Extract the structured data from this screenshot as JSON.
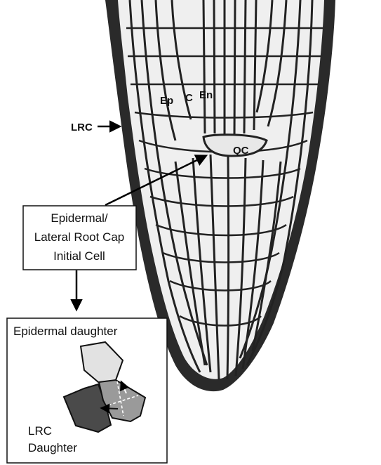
{
  "labels": {
    "ep": "Ep",
    "c": "C",
    "en": "En",
    "lrc": "LRC",
    "qc": "QC"
  },
  "initial_cell_box": {
    "line1": "Epidermal/",
    "line2": "Lateral Root Cap",
    "line3": "Initial Cell"
  },
  "inset": {
    "title": "Epidermal daughter",
    "lrc_line1": "LRC",
    "lrc_line2": "Daughter"
  },
  "colors": {
    "cell_wall": "#1e1e1e",
    "cell_interior": "#f4f4f4",
    "light_gray_cell": "#e2e2e2",
    "mid_gray_cell": "#9a9a9a",
    "dark_gray_cell": "#4a4a4a"
  }
}
